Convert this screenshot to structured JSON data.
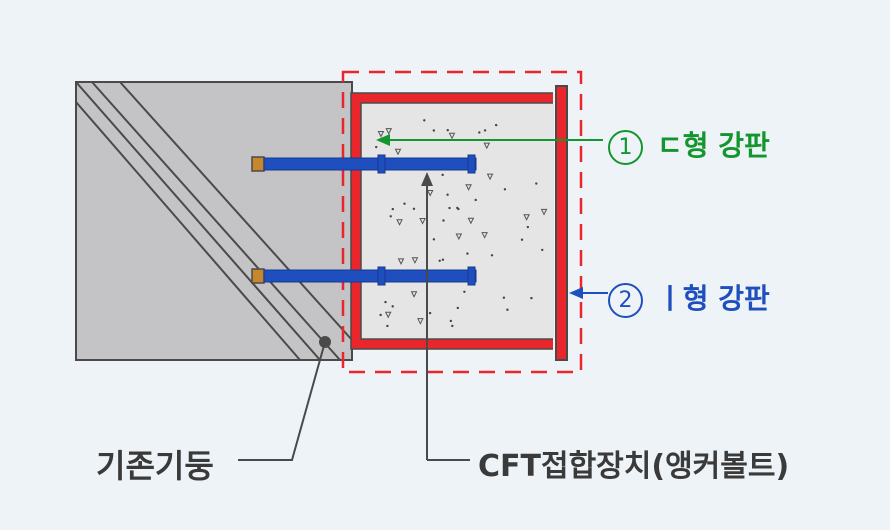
{
  "labels": {
    "c_plate_number": "1",
    "c_plate": "ㄷ형 강판",
    "i_plate_number": "2",
    "i_plate": "ㅣ형 강판",
    "column": "기존기둥",
    "device": "CFT접합장치(앵커볼트)"
  },
  "colors": {
    "background": "#eef3f7",
    "column_fill": "#c4c4c6",
    "outline": "#4a4a4a",
    "steel_plate": "#e8262b",
    "dashed_box": "#e8262b",
    "anchor_bolt": "#1f4fbf",
    "bolt_tip": "#c8862c",
    "green_label": "#14962f",
    "blue_label": "#1f4fbf",
    "text_dark": "#3a3a3a"
  }
}
